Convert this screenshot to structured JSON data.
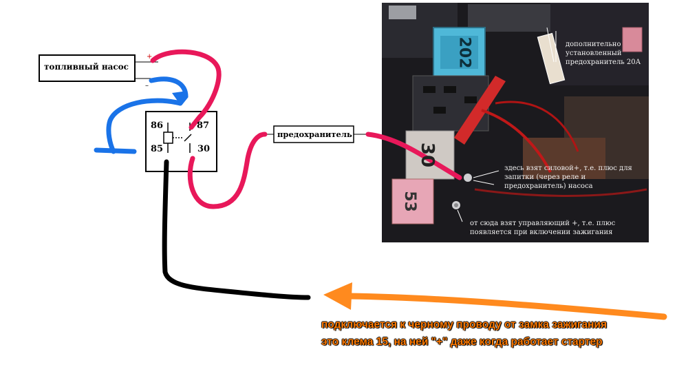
{
  "pump_label": "топливный насос",
  "fuse_label": "предохранитель",
  "relay": {
    "pin86": "86",
    "pin87": "87",
    "pin85": "85",
    "pin30": "30"
  },
  "polarity": {
    "plus": "+",
    "minus": "–"
  },
  "photo": {
    "fuse_note": "дополнительно установленный предохранитель 20А",
    "power_note": "здесь взят силовой+, т.е. плюс для запитки (через реле и предохранитель) насоса",
    "control_note": "от сюда взят управляющий +, т.е. плюс появляется при включении зажигания",
    "fuse_number_top": "202",
    "fuse_number_mid": "30",
    "fuse_number_low": "53"
  },
  "caption": {
    "line1": "подключается к черному проводу от замка зажигания",
    "line2": "это клема 15, на ней \"+\" даже когда работает стартер"
  },
  "colors": {
    "red_wire": "#e8185a",
    "blue_wire": "#1a73e8",
    "black_wire": "#000000",
    "arrow": "#ff8a1e"
  }
}
